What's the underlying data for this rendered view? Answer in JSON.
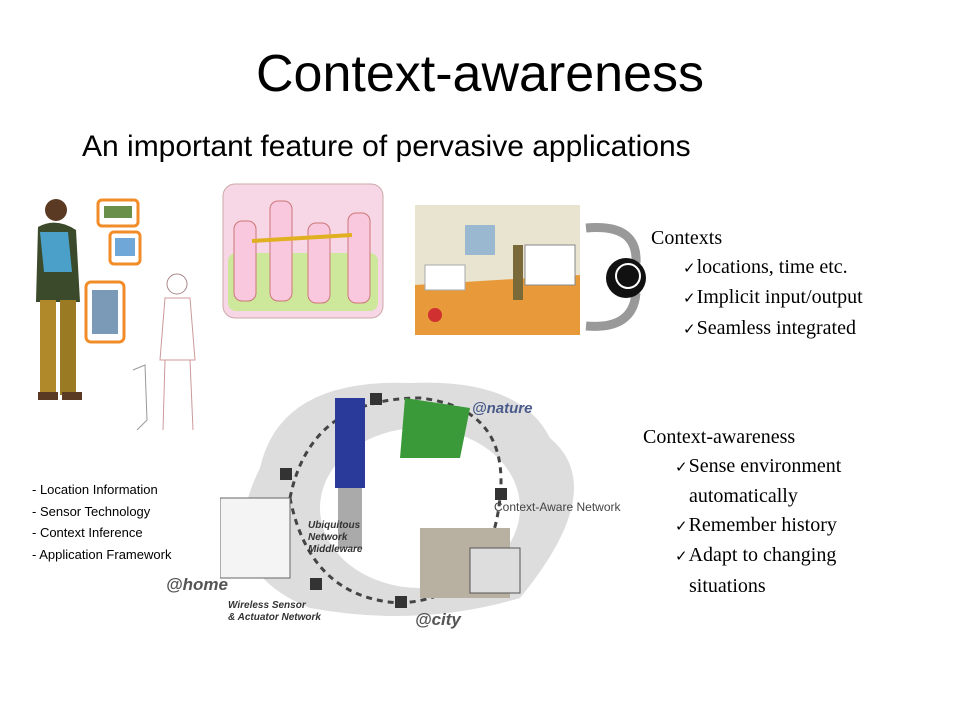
{
  "title": "Context-awareness",
  "subtitle": "An important feature of pervasive applications",
  "contexts": {
    "heading": "Contexts",
    "items": [
      "locations, time etc.",
      "Implicit input/output",
      "Seamless integrated"
    ]
  },
  "awareness": {
    "heading": "Context-awareness",
    "items": [
      [
        "Sense environment",
        "automatically"
      ],
      [
        "Remember history"
      ],
      [
        "Adapt to changing",
        "situations"
      ]
    ]
  },
  "diagram": {
    "features": [
      "- Location Information",
      "- Sensor Technology",
      "- Context Inference",
      "- Application Framework"
    ],
    "labels": {
      "nature": "@nature",
      "home": "@home",
      "city": "@city",
      "network": "Context-Aware Network",
      "middleware": [
        "Ubiquitous",
        "Network",
        "Middleware"
      ],
      "wsan": [
        "Wireless Sensor",
        "& Actuator Network"
      ]
    }
  }
}
